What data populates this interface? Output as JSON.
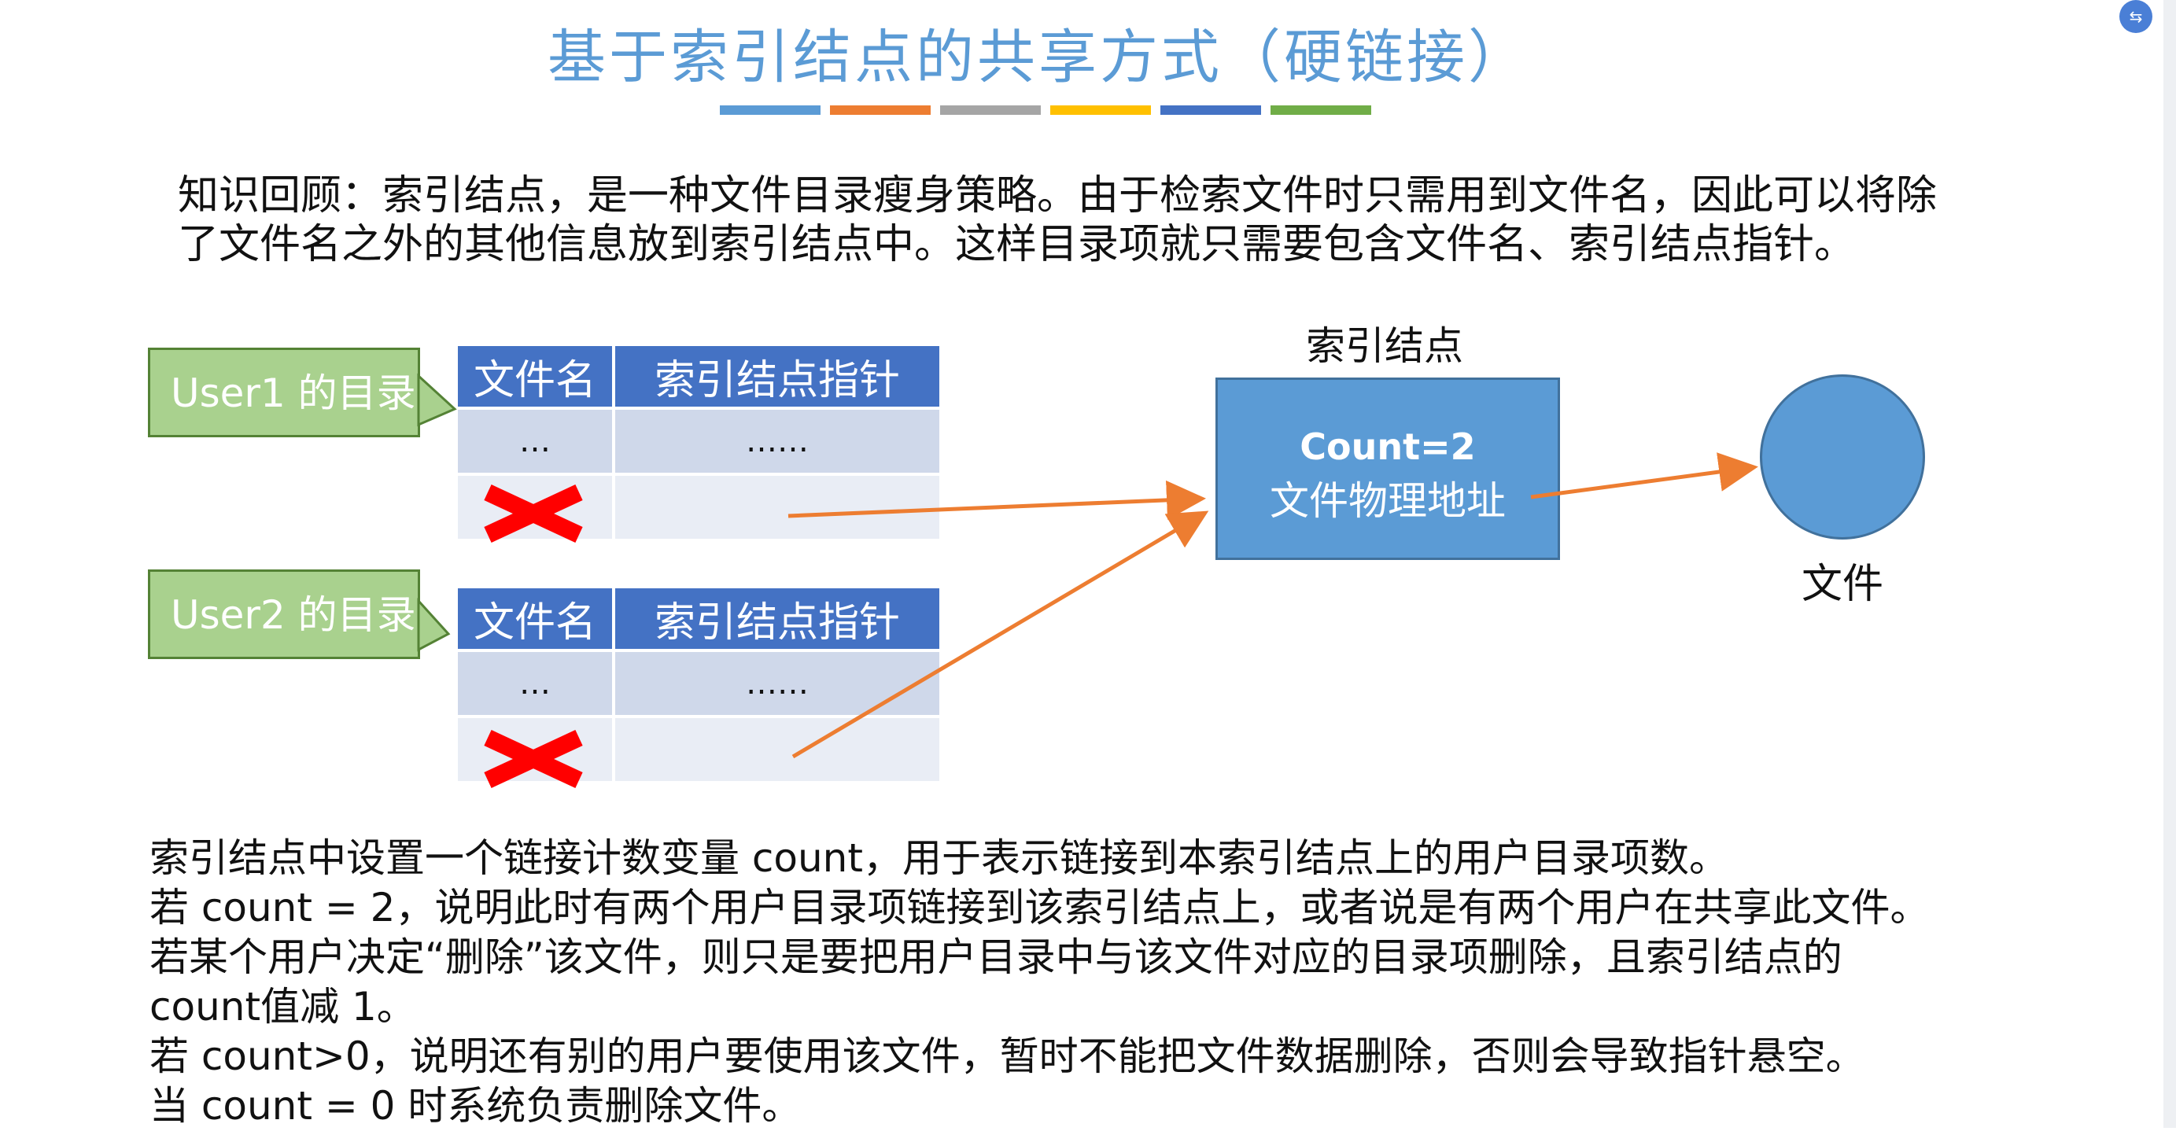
{
  "slide": {
    "title": "基于索引结点的共享方式（硬链接）",
    "title_bar_colors": [
      "#5b9bd5",
      "#ed7d31",
      "#a5a5a5",
      "#ffc000",
      "#4472c4",
      "#70ad47"
    ],
    "recap_line1": "知识回顾：索引结点，是一种文件目录瘦身策略。由于检索文件时只需用到文件名，因此可以将除",
    "recap_line2": "了文件名之外的其他信息放到索引结点中。这样目录项就只需要包含文件名、索引结点指针。"
  },
  "diagram": {
    "user1_label": "User1 的目录",
    "user2_label": "User2 的目录",
    "table_header_name": "文件名",
    "table_header_pointer": "索引结点指针",
    "row_name_placeholder": "…",
    "row_pointer_placeholder": "……",
    "inode_label": "索引结点",
    "inode_count": "Count=2",
    "inode_address": "文件物理地址",
    "file_label": "文件",
    "arrow_color": "#ed7d31",
    "delete_mark_color": "#ff0000"
  },
  "explanation": [
    "索引结点中设置一个链接计数变量 count，用于表示链接到本索引结点上的用户目录项数。",
    "若 count = 2，说明此时有两个用户目录项链接到该索引结点上，或者说是有两个用户在共享此文件。",
    "若某个用户决定“删除”该文件，则只是要把用户目录中与该文件对应的目录项删除，且索引结点的",
    "count值减 1。",
    "若 count>0，说明还有别的用户要使用该文件，暂时不能把文件数据删除，否则会导致指针悬空。",
    "当 count = 0 时系统负责删除文件。"
  ],
  "badge_text": "⇆"
}
